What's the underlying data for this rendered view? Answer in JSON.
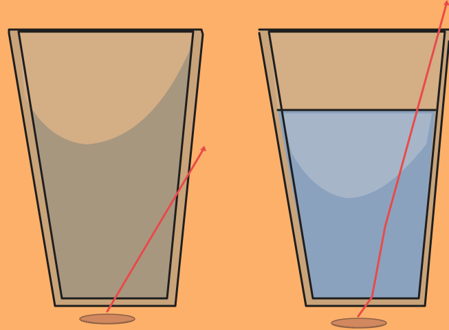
{
  "diagram": {
    "background_color": "#FDB06A",
    "glass_frame_color": "#C9A47A",
    "glass_outline_color": "#1E1E1E",
    "empty_glass_fill": "#A8977F",
    "empty_glass_highlight": "#D4AE85",
    "water_color": "#8BA2BE",
    "water_highlight": "#A6B6C8",
    "coin_color": "#D2885E",
    "coin_edge_color": "#8A5F45",
    "ray_color": "#E84A4A"
  },
  "glasses": [
    {
      "id": "empty-glass",
      "contents": "air"
    },
    {
      "id": "water-glass",
      "contents": "water"
    }
  ],
  "rays": [
    {
      "id": "ray-empty-glass",
      "medium": "air",
      "refracted": false
    },
    {
      "id": "ray-water-glass",
      "medium": "water",
      "refracted": true
    }
  ]
}
